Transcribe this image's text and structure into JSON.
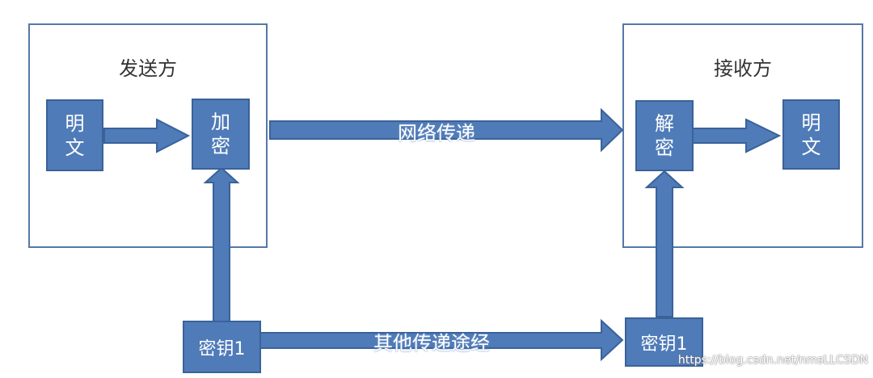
{
  "sender": {
    "title": "发送方",
    "plaintext": "明文",
    "encrypt": "加密"
  },
  "receiver": {
    "title": "接收方",
    "decrypt": "解密",
    "plaintext": "明文"
  },
  "keys": {
    "sender_key": "密钥1",
    "receiver_key": "密钥1"
  },
  "channels": {
    "network": "网络传递",
    "other": "其他传递途经"
  },
  "watermark": "https://blog.csdn.net/nmsLLCSDN",
  "colors": {
    "block_fill": "#4f7bb8",
    "block_border": "#3a6299",
    "frame": "#5478a8"
  }
}
